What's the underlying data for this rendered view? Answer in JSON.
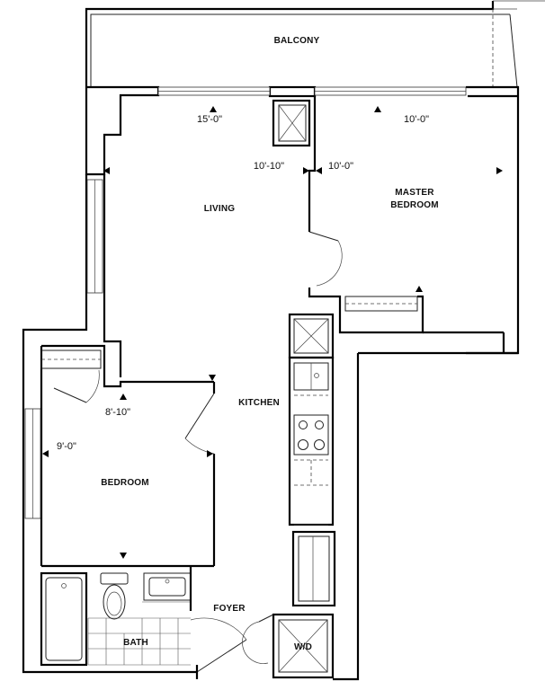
{
  "rooms": {
    "balcony": "BALCONY",
    "living": "LIVING",
    "master_line1": "MASTER",
    "master_line2": "BEDROOM",
    "kitchen": "KITCHEN",
    "bedroom": "BEDROOM",
    "foyer": "FOYER",
    "bath": "BATH",
    "wd": "W/D"
  },
  "dimensions": {
    "living_width": "15'-0\"",
    "living_depth": "10'-10\"",
    "master_width": "10'-0\"",
    "master_depth": "10'-0\"",
    "bedroom_width": "8'-10\"",
    "bedroom_depth": "9'-0\""
  }
}
